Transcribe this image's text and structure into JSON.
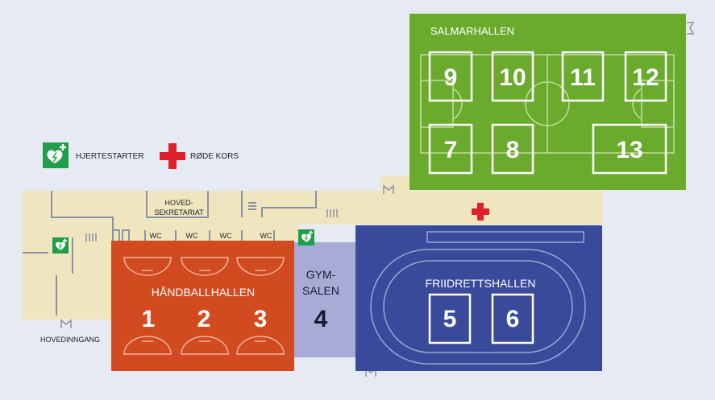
{
  "legend": {
    "aed_label": "HJERTESTARTER",
    "red_cross_label": "RØDE KORS"
  },
  "halls": {
    "salmarhallen": "SALMARHALLEN",
    "handballhallen": "HÅNDBALLHALLEN",
    "friidrettshallen": "FRIIDRETTSHALLEN",
    "gymsalen_line1": "GYM-",
    "gymsalen_line2": "SALEN"
  },
  "rooms": {
    "sekretariat_line1": "HOVED-",
    "sekretariat_line2": "SEKRETARIAT",
    "hovedinngang": "HOVEDINNGANG",
    "wc": "WC"
  },
  "courts": {
    "salmar": [
      "9",
      "10",
      "11",
      "12",
      "7",
      "8",
      "13"
    ],
    "handball": [
      "1",
      "2",
      "3"
    ],
    "gym": "4",
    "friidrett": [
      "5",
      "6"
    ]
  },
  "colors": {
    "background": "#e6eaf2",
    "corridor": "#efe6bf",
    "wall": "#8a93a6",
    "salmarhallen": "#6aab2e",
    "handballhallen": "#d24a20",
    "gymsalen": "#a7acd6",
    "friidrettshallen": "#3a4a9a",
    "aed_green": "#1f9d4b",
    "red_cross": "#e2202b"
  }
}
